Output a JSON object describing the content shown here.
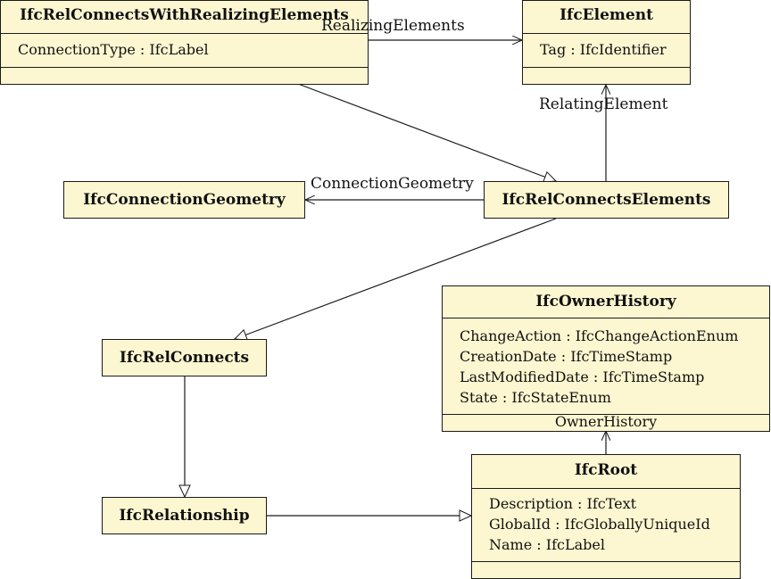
{
  "classes": {
    "rel_connects_with_realizing": {
      "name": "IfcRelConnectsWithRealizingElements",
      "attributes": [
        "ConnectionType : IfcLabel"
      ]
    },
    "element": {
      "name": "IfcElement",
      "attributes": [
        "Tag : IfcIdentifier"
      ]
    },
    "connection_geometry": {
      "name": "IfcConnectionGeometry"
    },
    "rel_connects_elements": {
      "name": "IfcRelConnectsElements"
    },
    "owner_history": {
      "name": "IfcOwnerHistory",
      "attributes": [
        "ChangeAction : IfcChangeActionEnum",
        "CreationDate : IfcTimeStamp",
        "LastModifiedDate : IfcTimeStamp",
        "State : IfcStateEnum"
      ],
      "footer": "OwnerHistory"
    },
    "rel_connects": {
      "name": "IfcRelConnects"
    },
    "relationship": {
      "name": "IfcRelationship"
    },
    "root": {
      "name": "IfcRoot",
      "attributes": [
        "Description : IfcText",
        "GlobalId : IfcGloballyUniqueId",
        "Name : IfcLabel"
      ]
    }
  },
  "edges": {
    "realizing_elements": "RealizingElements",
    "relating_element": "RelatingElement",
    "connection_geometry": "ConnectionGeometry"
  },
  "colors": {
    "box_fill": "#fdf7d1",
    "line": "#1a1a1a"
  }
}
